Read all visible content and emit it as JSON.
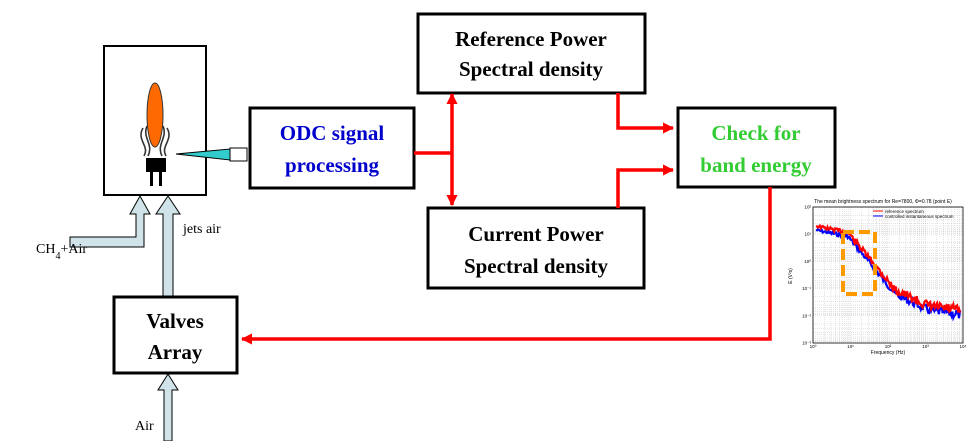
{
  "colors": {
    "signal_arrow": "#ff0000",
    "pipe_fill": "#cfe3e8",
    "flame": "#ff6a00",
    "probe": "#33cccc",
    "odc_text": "#0000cc",
    "check_text": "#33cc33",
    "window_marker": "#ff9900",
    "spectrum_reference": "#ff0000",
    "spectrum_current": "#0000ff"
  },
  "boxes": {
    "reference": {
      "line1": "Reference Power",
      "line2": "Spectral density"
    },
    "current": {
      "line1": "Current Power",
      "line2": "Spectral density"
    },
    "odc": {
      "line1": "ODC signal",
      "line2": "processing"
    },
    "check": {
      "line1": "Check for",
      "line2": "band energy"
    },
    "valves": {
      "line1": "Valves",
      "line2": "Array"
    }
  },
  "labels": {
    "ch4_base": "CH",
    "ch4_sub": "4",
    "ch4_rest": "+Air",
    "jets_air": "jets air",
    "air": "Air"
  },
  "inset": {
    "title": "The mean brightness spectrum for Re=7800, Φ=0.78 (point E)",
    "legend": [
      "reference spectrum",
      "controlled instantaneous spectrum"
    ],
    "ylabel": "E (V²s)",
    "xlabel": "Frequency (Hz)",
    "x_ticks": [
      "10⁰",
      "10¹",
      "10²",
      "10³",
      "10⁴"
    ],
    "y_ticks": [
      "10²",
      "10¹",
      "10⁰",
      "10⁻¹",
      "10⁻²",
      "10⁻³"
    ]
  }
}
